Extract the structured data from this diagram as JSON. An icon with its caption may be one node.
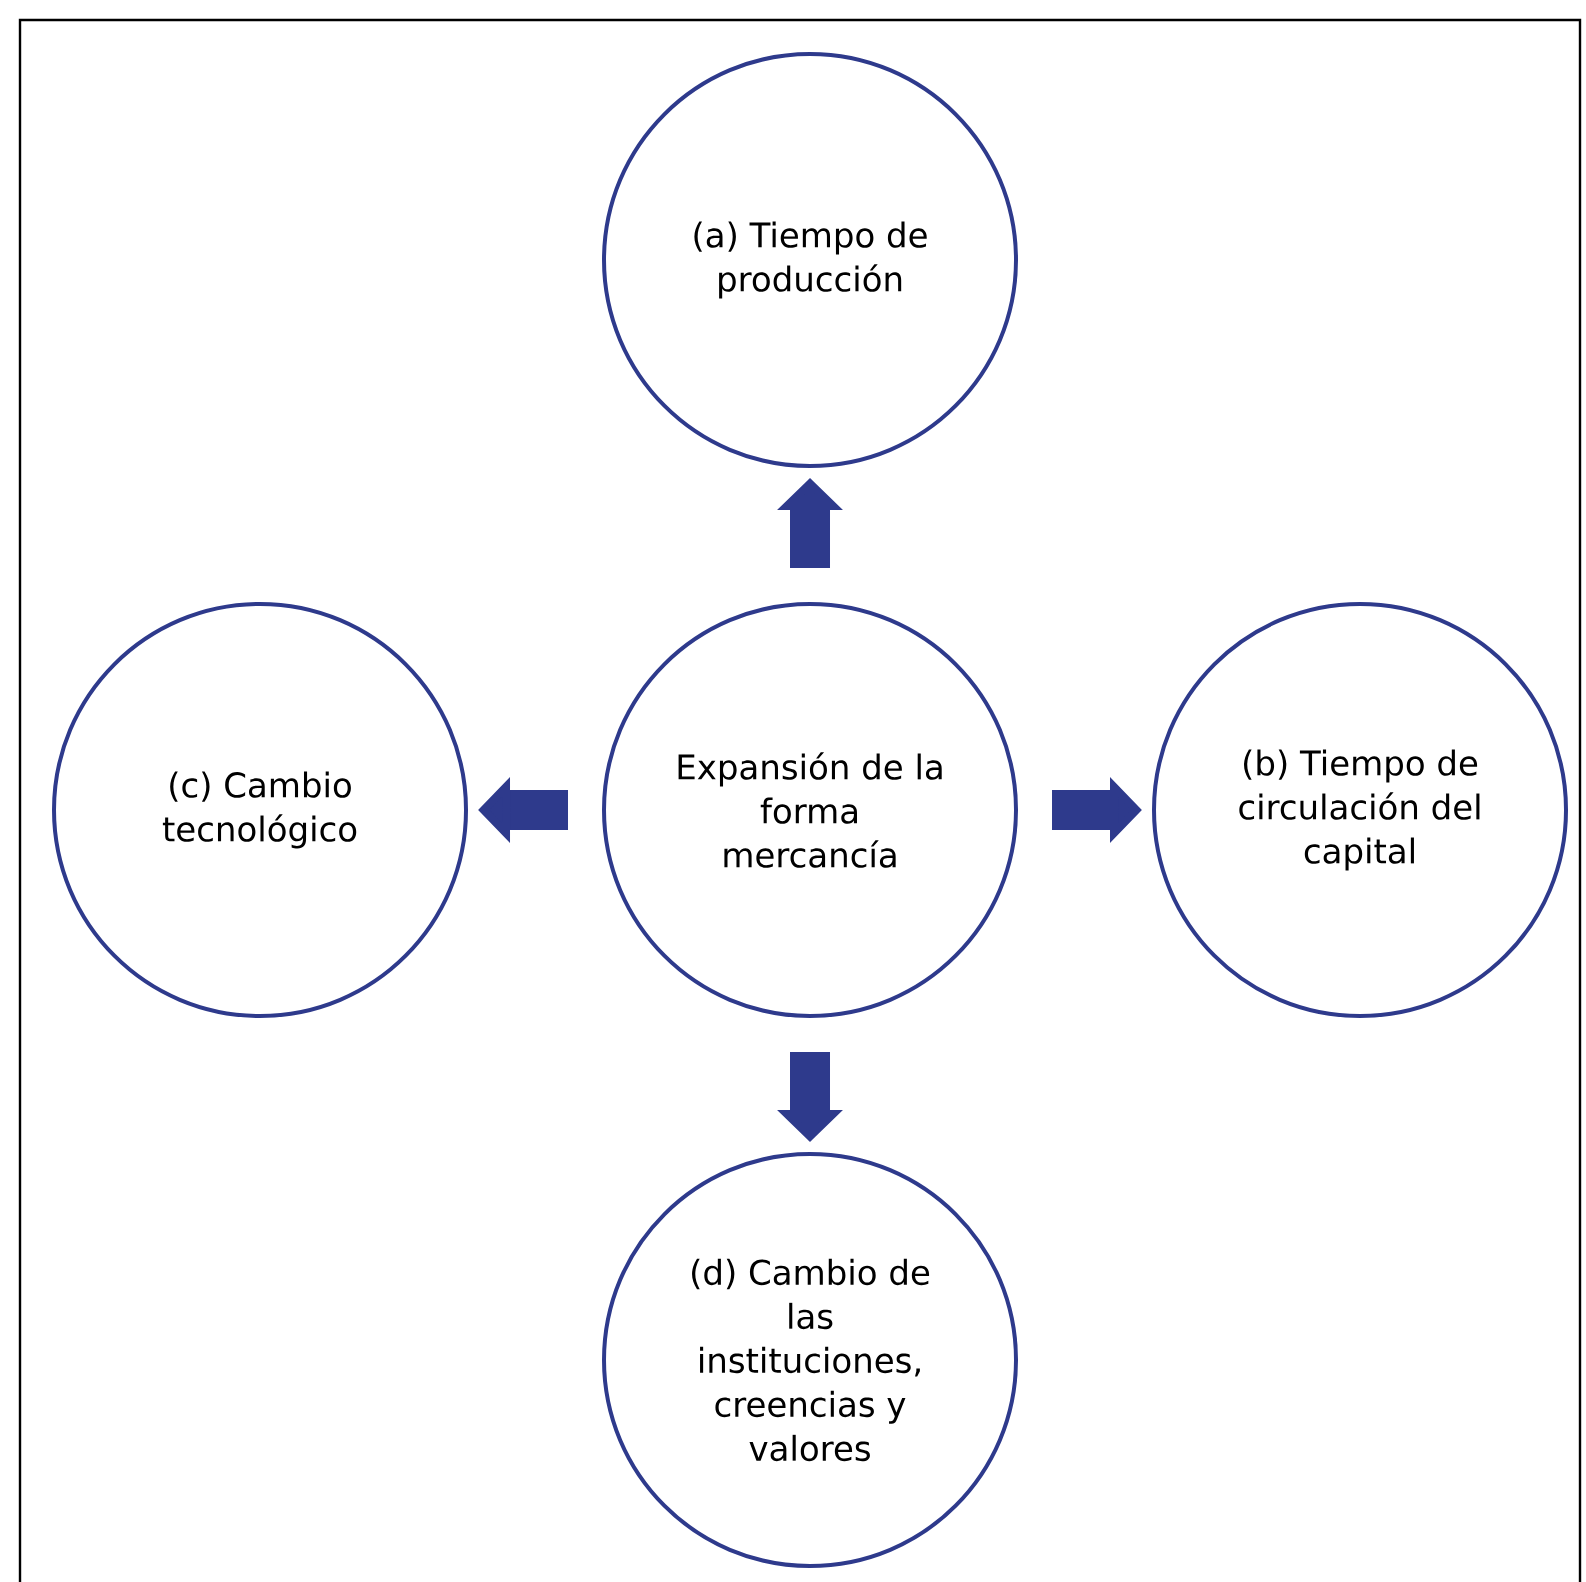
{
  "diagram": {
    "nodes": [
      {
        "text": [
          "(a) Tiempo de producción"
        ]
      },
      {
        "text": [
          "(c) Cambio tecnológico"
        ]
      },
      {
        "text": [
          "Expansión de la forma mercancía"
        ]
      },
      {
        "text": [
          "(b) Tiempo de circulación del capital"
        ]
      },
      {
        "text": [
          "(d) Cambio de las instituciones, creencias y valores"
        ]
      }
    ],
    "edges": [
      {
        "from": 2,
        "to": 0,
        "arrow": "to"
      },
      {
        "from": 2,
        "to": 1,
        "arrow": "to"
      },
      {
        "from": 2,
        "to": 3,
        "arrow": "to"
      },
      {
        "from": 2,
        "to": 4,
        "arrow": "to"
      }
    ]
  }
}
